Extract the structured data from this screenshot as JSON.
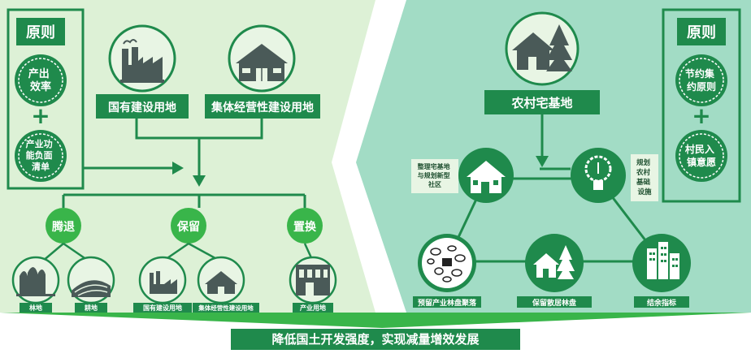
{
  "left": {
    "principle_title": "原则",
    "principles": [
      "产出\n效率",
      "产业功\n能负面\n清单"
    ],
    "plus": "+",
    "land_types": [
      "国有建设用地",
      "集体经营性建设用地"
    ],
    "actions": [
      "腾退",
      "保留",
      "置换"
    ],
    "results": [
      "林地",
      "耕地",
      "国有建设用地",
      "集体经营性建设用地",
      "产业用地"
    ]
  },
  "right": {
    "principle_title": "原则",
    "principles": [
      "节约集\n约原则",
      "村民入\n镇意愿"
    ],
    "plus": "+",
    "main_label": "农村宅基地",
    "sub_labels": [
      "整理宅基地\n与规划新型\n社区",
      "规划\n农村\n基础\n设施"
    ],
    "results": [
      "预留产业林盘聚落",
      "保留散居林盘",
      "结余指标"
    ]
  },
  "bottom": {
    "goal": "降低国土开发强度，实现减量增效发展"
  },
  "colors": {
    "dark_green": "#1f8a4c",
    "light_green": "#39b54a",
    "left_bg": "#ddf1d6",
    "right_bg": "#9fdcc4",
    "icon_bg": "#e8f5e4",
    "icon_dark": "#4a5a58"
  }
}
